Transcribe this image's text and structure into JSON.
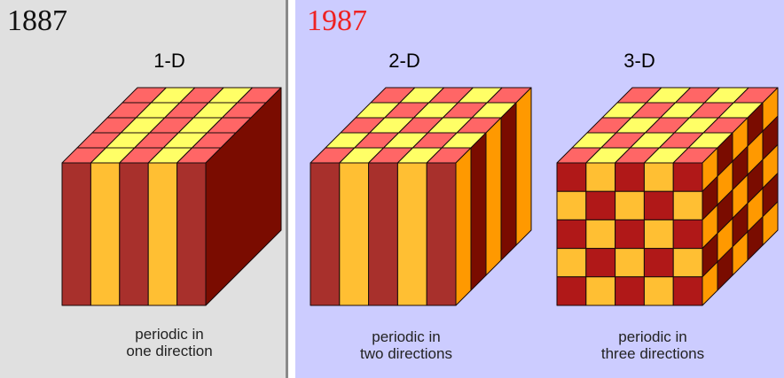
{
  "left_panel": {
    "year": "1887",
    "year_color": "#111111",
    "cube": {
      "label": "1-D",
      "caption_line1": "periodic in",
      "caption_line2": "one direction"
    }
  },
  "right_panel": {
    "year": "1987",
    "year_color": "#ee2222",
    "cubes": [
      {
        "label": "2-D",
        "caption_line1": "periodic in",
        "caption_line2": "two directions"
      },
      {
        "label": "3-D",
        "caption_line1": "periodic in",
        "caption_line2": "three directions"
      }
    ]
  },
  "colors": {
    "left_bg": "#e0e0e0",
    "right_bg": "#ccccff",
    "dark_red": "#a8302c",
    "crimson": "#b01818",
    "gold": "#ffbf33",
    "orange": "#ff9900",
    "salmon": "#ff6666",
    "yellow": "#ffff66",
    "maroon": "#7a0c00"
  }
}
